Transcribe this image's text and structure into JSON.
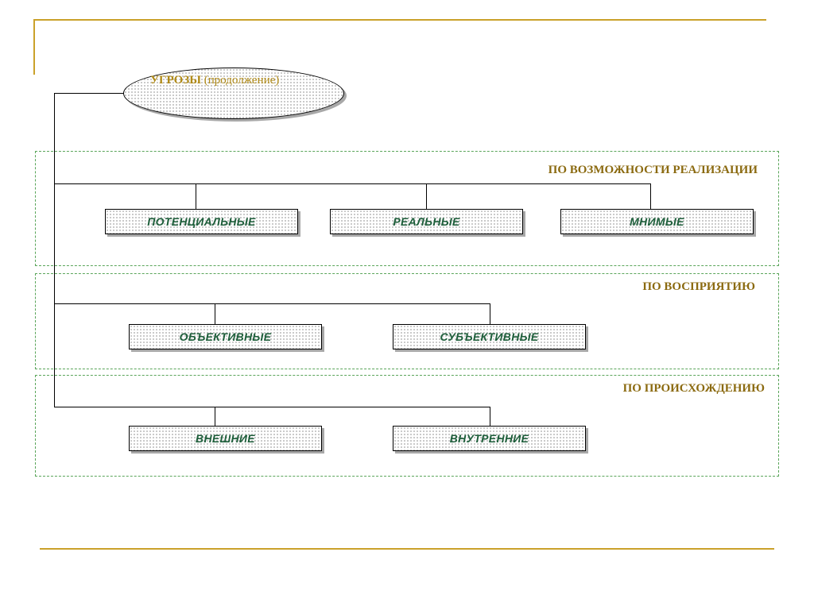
{
  "root": {
    "title_bold": "УГРОЗЫ",
    "title_rest": " (продолжение)"
  },
  "groups": [
    {
      "title": "ПО ВОЗМОЖНОСТИ РЕАЛИЗАЦИИ",
      "nodes": [
        "ПОТЕНЦИАЛЬНЫЕ",
        "РЕАЛЬНЫЕ",
        "МНИМЫЕ"
      ]
    },
    {
      "title": "ПО ВОСПРИЯТИЮ",
      "nodes": [
        "ОБЪЕКТИВНЫЕ",
        "СУБЪЕКТИВНЫЕ"
      ]
    },
    {
      "title": "ПО ПРОИСХОЖДЕНИЮ",
      "nodes": [
        "ВНЕШНИЕ",
        "ВНУТРЕННИЕ"
      ]
    }
  ],
  "colors": {
    "accent_gold": "#caa12a",
    "group_title": "#8b6a10",
    "node_text": "#1d5e3a",
    "group_border": "#5aa55a"
  }
}
